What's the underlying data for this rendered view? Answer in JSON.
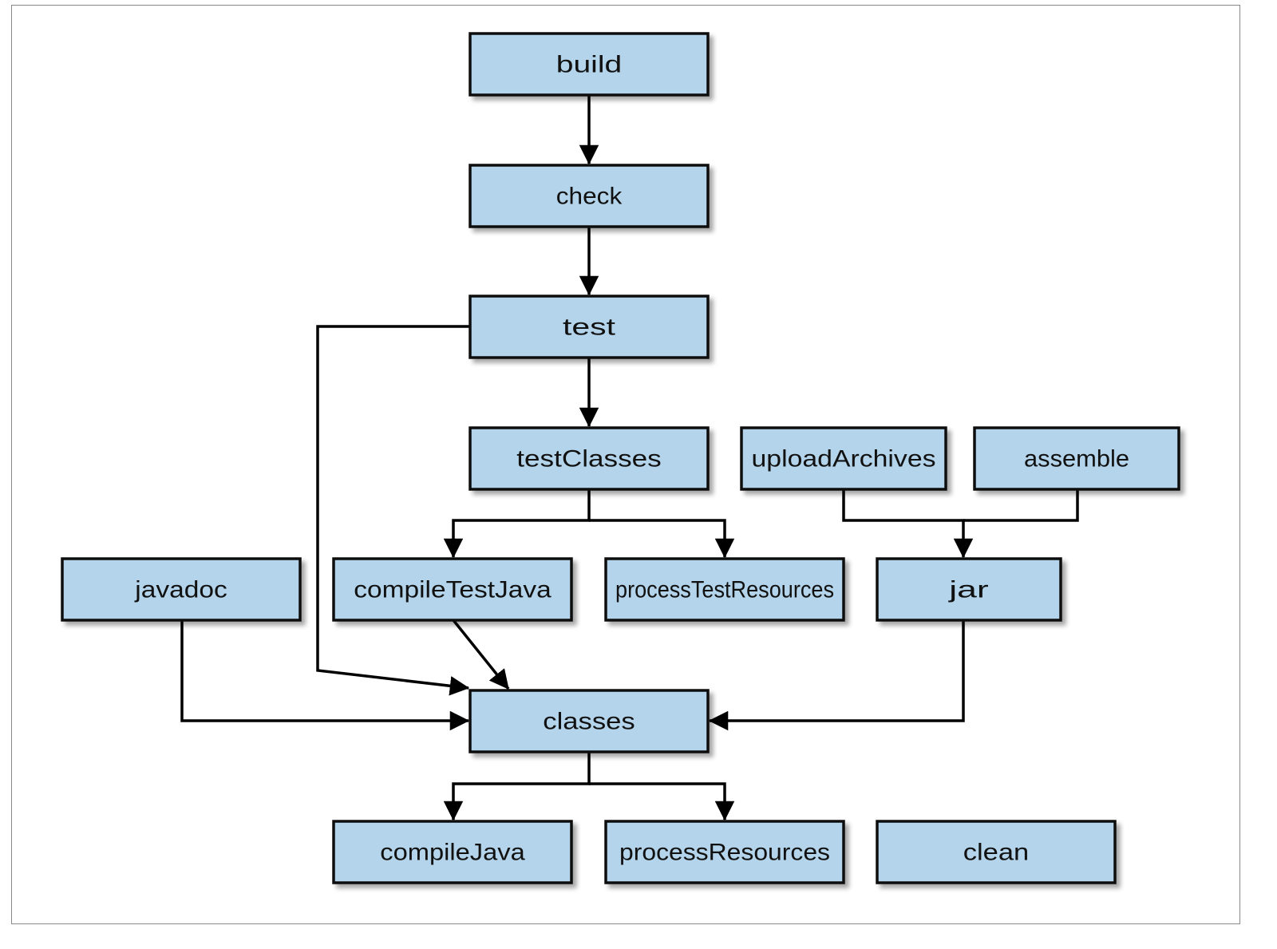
{
  "diagram": {
    "nodes": [
      {
        "id": "build",
        "label": "build"
      },
      {
        "id": "check",
        "label": "check"
      },
      {
        "id": "test",
        "label": "test"
      },
      {
        "id": "testClasses",
        "label": "testClasses"
      },
      {
        "id": "uploadArchives",
        "label": "uploadArchives"
      },
      {
        "id": "assemble",
        "label": "assemble"
      },
      {
        "id": "javadoc",
        "label": "javadoc"
      },
      {
        "id": "compileTestJava",
        "label": "compileTestJava"
      },
      {
        "id": "processTestResources",
        "label": "processTestResources"
      },
      {
        "id": "jar",
        "label": "jar"
      },
      {
        "id": "classes",
        "label": "classes"
      },
      {
        "id": "compileJava",
        "label": "compileJava"
      },
      {
        "id": "processResources",
        "label": "processResources"
      },
      {
        "id": "clean",
        "label": "clean"
      }
    ],
    "edges": [
      {
        "from": "build",
        "to": "check"
      },
      {
        "from": "check",
        "to": "test"
      },
      {
        "from": "test",
        "to": "testClasses"
      },
      {
        "from": "test",
        "to": "classes"
      },
      {
        "from": "testClasses",
        "to": "compileTestJava"
      },
      {
        "from": "testClasses",
        "to": "processTestResources"
      },
      {
        "from": "uploadArchives",
        "to": "jar"
      },
      {
        "from": "assemble",
        "to": "jar"
      },
      {
        "from": "compileTestJava",
        "to": "classes"
      },
      {
        "from": "javadoc",
        "to": "classes"
      },
      {
        "from": "jar",
        "to": "classes"
      },
      {
        "from": "classes",
        "to": "compileJava"
      },
      {
        "from": "classes",
        "to": "processResources"
      }
    ]
  }
}
